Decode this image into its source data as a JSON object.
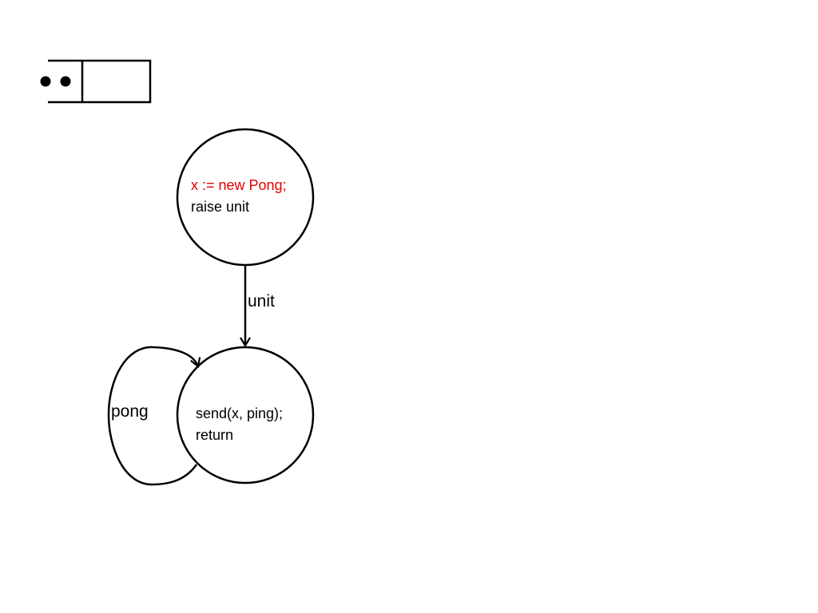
{
  "queue": {
    "marker_count": 2
  },
  "states": [
    {
      "id": "start",
      "lines": [
        {
          "text": "x := new Pong;",
          "color": "#e60000"
        },
        {
          "text": "raise unit",
          "color": "#000000"
        }
      ]
    },
    {
      "id": "loop",
      "lines": [
        {
          "text": "send(x, ping);",
          "color": "#000000"
        },
        {
          "text": "return",
          "color": "#000000"
        }
      ]
    }
  ],
  "edges": [
    {
      "from": "start",
      "to": "loop",
      "label": "unit"
    },
    {
      "from": "loop",
      "to": "loop",
      "label": "pong"
    }
  ]
}
